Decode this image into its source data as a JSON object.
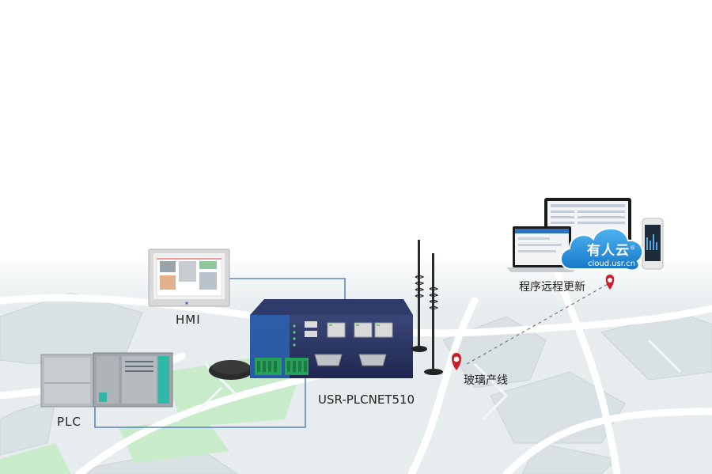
{
  "labels": {
    "hmi": "HMI",
    "plc": "PLC",
    "device": "USR-PLCNET510",
    "glass_line": "玻璃产线",
    "remote_update": "程序远程更新"
  },
  "cloud": {
    "name": "有人云",
    "url": "cloud.usr.cn",
    "trademark": "®"
  },
  "colors": {
    "link_line": "#3d6fb6",
    "dashed_line": "#777777",
    "pin": "#c8202a",
    "device_body": "#2a3566",
    "terminal_green": "#27a05a",
    "cloud_blue": "#1f8fdc",
    "map_green": "#c6ecc9",
    "map_gray": "#e6ecef"
  },
  "icons": [
    "location-pin-icon",
    "antenna-icon",
    "cloud-icon",
    "gps-puck-icon"
  ]
}
